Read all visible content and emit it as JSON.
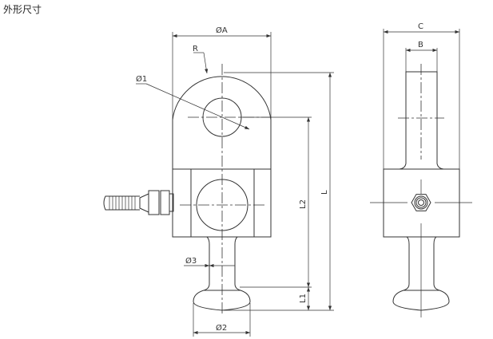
{
  "title": "外形尺寸",
  "labels": {
    "phiA": "ØA",
    "R": "R",
    "phi1": "Ø1",
    "phi2": "Ø2",
    "phi3": "Ø3",
    "L": "L",
    "L1": "L1",
    "L2": "L2",
    "C": "C",
    "B": "B"
  }
}
